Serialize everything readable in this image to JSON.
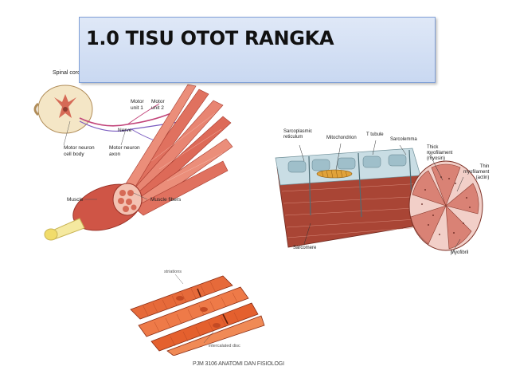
{
  "slide": {
    "title": "1.0 TISU OTOT RANGKA",
    "footer": "PJM 3106 ANATOMI DAN FISIOLOGI"
  },
  "figure_motor_unit": {
    "labels": {
      "spinal_cord": "Spinal cord",
      "motor_unit_1": "Motor\nunit 1",
      "motor_unit_2": "Motor\nunit 2",
      "nerve": "Nerve",
      "motor_neuron_cell_body": "Motor neuron\ncell body",
      "motor_neuron_axon": "Motor neuron\naxon",
      "muscle": "Muscle",
      "muscle_fibers": "Muscle fibers"
    }
  },
  "figure_sarcomere": {
    "labels": {
      "sarcoplasmic_reticulum": "Sarcoplasmic\nreticulum",
      "mitochondrion": "Mitochondrion",
      "t_tubule": "T tubule",
      "sarcolemma": "Sarcolemma",
      "thick_myofilament": "Thick\nmyofilament\n(myosin)",
      "thin_myofilament": "Thin\nmyofilament\n(actin)",
      "sarcomere": "Sarcomere",
      "myofibril": "Myofibril"
    }
  },
  "figure_cardiac": {
    "labels": {
      "striations": "striations",
      "intercalated_disc": "intercalated disc"
    }
  },
  "colors": {
    "title_box_fill": "#c9d8f1",
    "title_box_border": "#7f9fd6",
    "muscle_red": "#d9574a",
    "muscle_light": "#f0a08a",
    "reticulum_blue": "#b9d3de"
  }
}
